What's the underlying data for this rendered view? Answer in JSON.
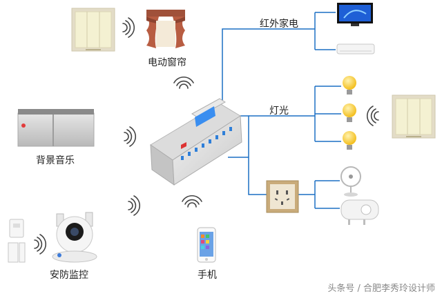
{
  "labels": {
    "curtain": "电动窗帘",
    "ir_appliances": "红外家电",
    "lighting": "灯光",
    "background_music": "背景音乐",
    "security": "安防监控",
    "phone": "手机"
  },
  "watermark": "头条号 / 合肥李秀玲设计师",
  "colors": {
    "line": "#1a6fc4",
    "panel_frame": "#e3dcc7",
    "panel_face": "#f4f1d2",
    "bulb": "#f5c21b",
    "curtain": "#a0513a"
  }
}
